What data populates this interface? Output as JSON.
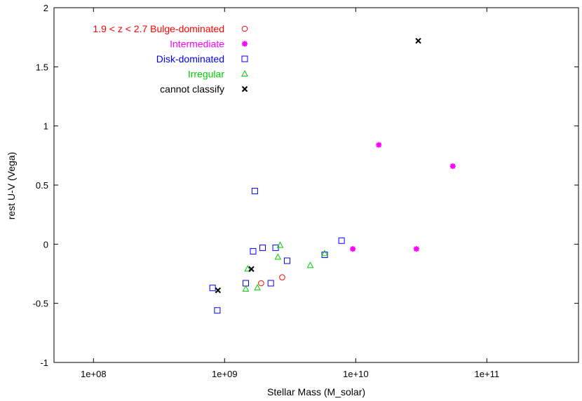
{
  "chart_data": {
    "type": "scatter",
    "xlabel": "Stellar Mass (M_solar)",
    "ylabel": "rest U-V (Vega)",
    "xscale": "log",
    "xlim": [
      50000000,
      500000000000
    ],
    "ylim": [
      -1,
      2
    ],
    "x_tick_values": [
      100000000,
      1000000000,
      10000000000,
      100000000000
    ],
    "x_tick_labels": [
      "1e+08",
      "1e+09",
      "1e+10",
      "1e+11"
    ],
    "y_tick_values": [
      -1,
      -0.5,
      0,
      0.5,
      1,
      1.5,
      2
    ],
    "y_tick_labels": [
      "-1",
      "-0.5",
      "0",
      "0.5",
      "1",
      "1.5",
      "2"
    ],
    "grid": false,
    "legend_position": "top-left",
    "series": [
      {
        "name": "1.9 < z < 2.7 Bulge-dominated",
        "marker": "circle",
        "color": "#ff0000",
        "points": [
          [
            1900000000,
            -0.33
          ],
          [
            2750000000,
            -0.28
          ]
        ]
      },
      {
        "name": "Intermediate",
        "marker": "star",
        "color": "#ff00ff",
        "points": [
          [
            9500000000,
            -0.04
          ],
          [
            15000000000,
            0.84
          ],
          [
            29000000000,
            -0.04
          ],
          [
            55000000000,
            0.66
          ]
        ]
      },
      {
        "name": "Disk-dominated",
        "marker": "square",
        "color": "#0000ff",
        "points": [
          [
            810000000,
            -0.37
          ],
          [
            880000000,
            -0.56
          ],
          [
            1450000000,
            -0.33
          ],
          [
            1650000000,
            -0.06
          ],
          [
            1700000000,
            0.45
          ],
          [
            1950000000,
            -0.03
          ],
          [
            2250000000,
            -0.33
          ],
          [
            2450000000,
            -0.03
          ],
          [
            3000000000,
            -0.14
          ],
          [
            5800000000,
            -0.09
          ],
          [
            7800000000,
            0.03
          ]
        ]
      },
      {
        "name": "Irregular",
        "marker": "triangle",
        "color": "#00cc00",
        "points": [
          [
            1450000000,
            -0.38
          ],
          [
            1500000000,
            -0.21
          ],
          [
            1780000000,
            -0.37
          ],
          [
            2550000000,
            -0.11
          ],
          [
            2650000000,
            -0.01
          ],
          [
            4500000000,
            -0.18
          ],
          [
            5800000000,
            -0.08
          ]
        ]
      },
      {
        "name": "cannot classify",
        "marker": "x",
        "color": "#000000",
        "points": [
          [
            890000000,
            -0.39
          ],
          [
            1600000000,
            -0.21
          ],
          [
            30000000000,
            1.72
          ]
        ]
      }
    ]
  }
}
